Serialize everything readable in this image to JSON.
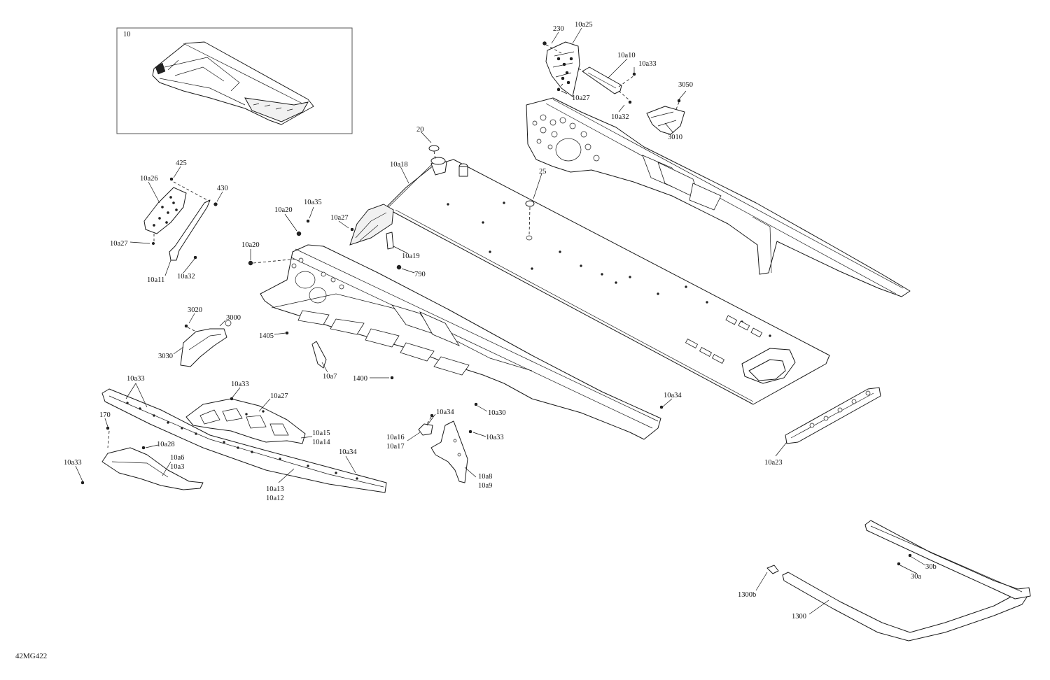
{
  "document_code": "42MG422",
  "inset": {
    "label": "10"
  },
  "callouts": [
    {
      "id": "c230",
      "text": "230"
    },
    {
      "id": "c10a25",
      "text": "10a25"
    },
    {
      "id": "c10a10",
      "text": "10a10"
    },
    {
      "id": "c10a33_top",
      "text": "10a33"
    },
    {
      "id": "c10a27_top",
      "text": "10a27"
    },
    {
      "id": "c10a32_top",
      "text": "10a32"
    },
    {
      "id": "c3050",
      "text": "3050"
    },
    {
      "id": "c3010",
      "text": "3010"
    },
    {
      "id": "c20",
      "text": "20"
    },
    {
      "id": "c10a18",
      "text": "10a18"
    },
    {
      "id": "c25",
      "text": "25"
    },
    {
      "id": "c425",
      "text": "425"
    },
    {
      "id": "c10a26",
      "text": "10a26"
    },
    {
      "id": "c430",
      "text": "430"
    },
    {
      "id": "c10a27_left",
      "text": "10a27"
    },
    {
      "id": "c10a11",
      "text": "10a11"
    },
    {
      "id": "c10a32_left",
      "text": "10a32"
    },
    {
      "id": "c10a20_a",
      "text": "10a20"
    },
    {
      "id": "c10a35",
      "text": "10a35"
    },
    {
      "id": "c10a27_mid",
      "text": "10a27"
    },
    {
      "id": "c10a20_b",
      "text": "10a20"
    },
    {
      "id": "c10a19",
      "text": "10a19"
    },
    {
      "id": "c790",
      "text": "790"
    },
    {
      "id": "c3020",
      "text": "3020"
    },
    {
      "id": "c3000",
      "text": "3000"
    },
    {
      "id": "c3030",
      "text": "3030"
    },
    {
      "id": "c1405",
      "text": "1405"
    },
    {
      "id": "c10a7",
      "text": "10a7"
    },
    {
      "id": "c1400",
      "text": "1400"
    },
    {
      "id": "c10a30",
      "text": "10a30"
    },
    {
      "id": "c10a34_right",
      "text": "10a34"
    },
    {
      "id": "c10a33_rail",
      "text": "10a33"
    },
    {
      "id": "c10a33_bracket",
      "text": "10a33"
    },
    {
      "id": "c10a27_bracket",
      "text": "10a27"
    },
    {
      "id": "c170",
      "text": "170"
    },
    {
      "id": "c10a15",
      "text": "10a15"
    },
    {
      "id": "c10a14",
      "text": "10a14"
    },
    {
      "id": "c10a28",
      "text": "10a28"
    },
    {
      "id": "c10a6",
      "text": "10a6"
    },
    {
      "id": "c10a3",
      "text": "10a3"
    },
    {
      "id": "c10a33_left",
      "text": "10a33"
    },
    {
      "id": "c10a34_mid",
      "text": "10a34"
    },
    {
      "id": "c10a13",
      "text": "10a13"
    },
    {
      "id": "c10a12",
      "text": "10a12"
    },
    {
      "id": "c10a34_block",
      "text": "10a34"
    },
    {
      "id": "c10a16",
      "text": "10a16"
    },
    {
      "id": "c10a17",
      "text": "10a17"
    },
    {
      "id": "c10a33_plate",
      "text": "10a33"
    },
    {
      "id": "c10a8",
      "text": "10a8"
    },
    {
      "id": "c10a9",
      "text": "10a9"
    },
    {
      "id": "c10a23",
      "text": "10a23"
    },
    {
      "id": "c30b",
      "text": "30b"
    },
    {
      "id": "c30a",
      "text": "30a"
    },
    {
      "id": "c1300b",
      "text": "1300b"
    },
    {
      "id": "c1300",
      "text": "1300"
    }
  ]
}
